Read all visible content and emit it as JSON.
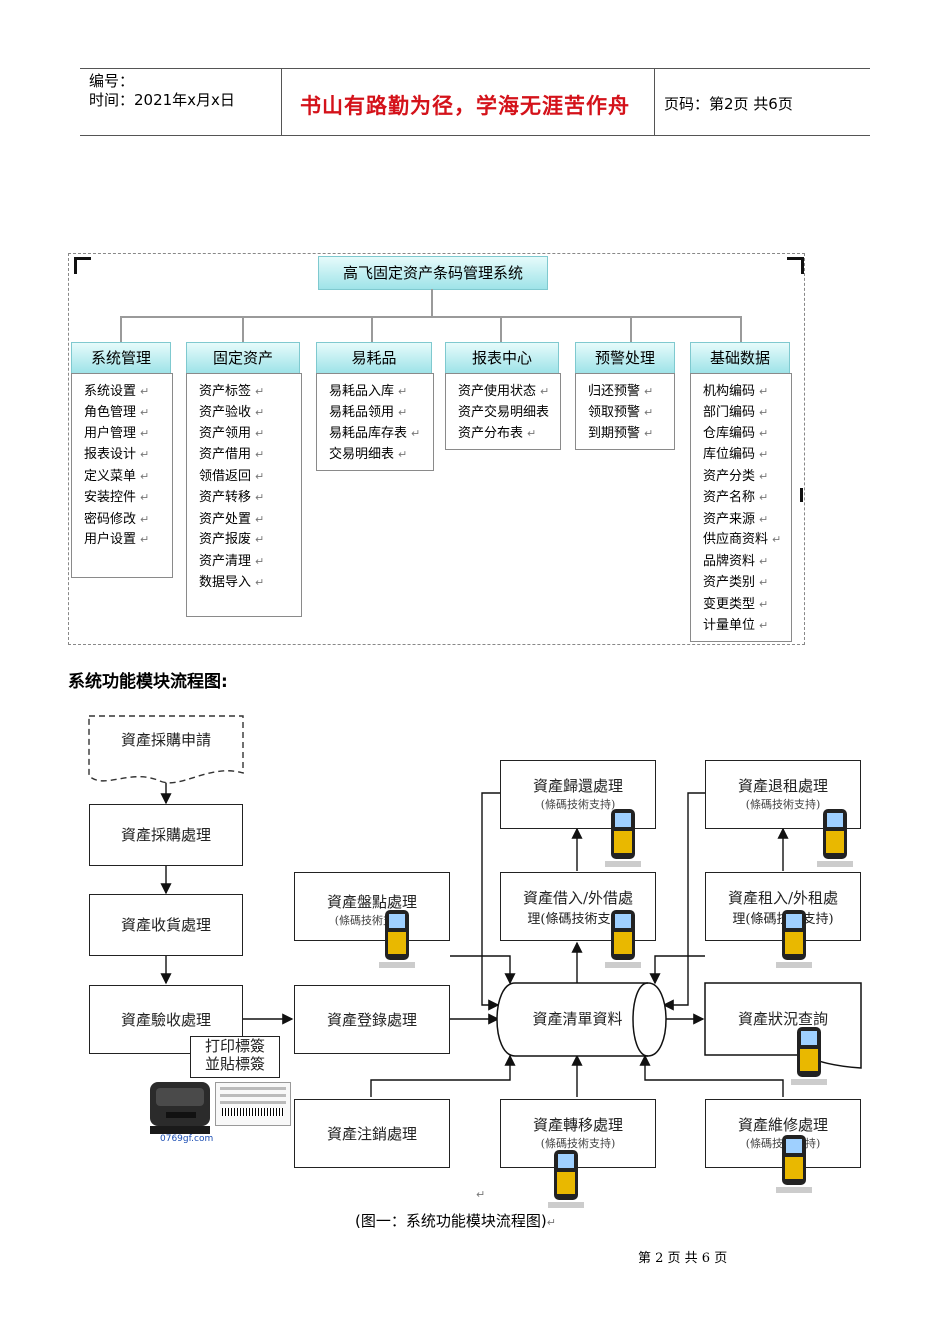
{
  "header": {
    "code_label": "编号：",
    "time_label": "时间：2021年x月x日",
    "motto": "书山有路勤为径，学海无涯苦作舟",
    "page_info": "页码：第2页 共6页"
  },
  "org_chart": {
    "root": "高飞固定资产条码管理系统",
    "columns": [
      {
        "title": "系统管理",
        "items": [
          "系统设置",
          "角色管理",
          "用户管理",
          "报表设计",
          "定义菜单",
          "安装控件",
          "密码修改",
          "用户设置"
        ]
      },
      {
        "title": "固定资产",
        "items": [
          "资产标签",
          "资产验收",
          "资产领用",
          "资产借用",
          "领借返回",
          "资产转移",
          "资产处置",
          "资产报废",
          "资产清理",
          "数据导入"
        ]
      },
      {
        "title": "易耗品",
        "items": [
          "易耗品入库",
          "易耗品领用",
          "易耗品库存表",
          "交易明细表"
        ]
      },
      {
        "title": "报表中心",
        "items": [
          "资产使用状态",
          "资产交易明细表",
          "资产分布表"
        ]
      },
      {
        "title": "预警处理",
        "items": [
          "归还预警",
          "领取预警",
          "到期预警"
        ]
      },
      {
        "title": "基础数据",
        "items": [
          "机构编码",
          "部门编码",
          "仓库编码",
          "库位编码",
          "资产分类",
          "资产名称",
          "资产来源",
          "供应商资料",
          "品牌资料",
          "资产类别",
          "变更类型",
          "计量单位"
        ]
      }
    ]
  },
  "section_title": "系统功能模块流程图:",
  "flow": {
    "request": "資產採購申請",
    "purchase": "資產採購處理",
    "receive": "資產收貨處理",
    "inspect": "資產驗收處理",
    "label_print": "打印標簽",
    "label_stick": "並貼標簽",
    "register": "資產登錄處理",
    "inventory": "資產盤點處理",
    "barcode_support": "(條碼技術支持)",
    "return": "資產歸還處理",
    "borrow_a": "資產借入/外借處",
    "borrow_b": "理(條碼技術支持)",
    "rent_return": "資產退租處理",
    "rent_a": "資產租入/外租處",
    "rent_b": "理(條碼技術支持)",
    "list": "資產清單資料",
    "status": "資產狀況查詢",
    "cancel": "資產注銷處理",
    "transfer": "資產轉移處理",
    "repair": "資產維修處理",
    "brand_mark": "0769gf.com"
  },
  "caption": "(图一：系统功能模块流程图)",
  "footer": "第 2 页 共 6 页"
}
